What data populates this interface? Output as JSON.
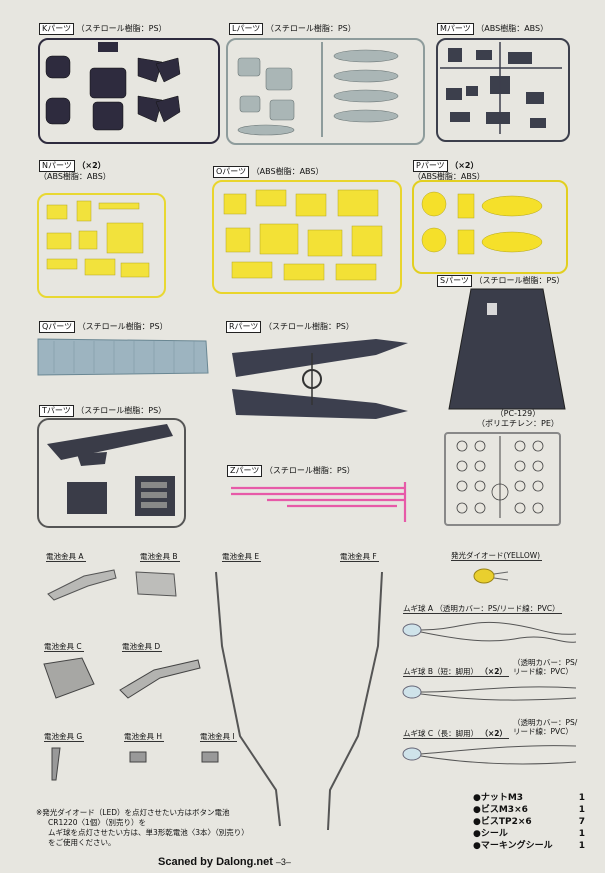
{
  "sprues": {
    "K": {
      "title": "Kパーツ",
      "material": "（スチロール樹脂：PS）",
      "color": "#2e2b3e"
    },
    "L": {
      "title": "Lパーツ",
      "material": "（スチロール樹脂：PS）",
      "color": "#aab6b6"
    },
    "M": {
      "title": "Mパーツ",
      "material": "（ABS樹脂：ABS）",
      "color": "#3c3f4c"
    },
    "N": {
      "title": "Nパーツ",
      "qty": "（×2）",
      "material": "（ABS樹脂：ABS）",
      "color": "#f2e23c"
    },
    "O": {
      "title": "Oパーツ",
      "material": "（ABS樹脂：ABS）",
      "color": "#f3e136"
    },
    "P": {
      "title": "Pパーツ",
      "qty": "（×2）",
      "material": "（ABS樹脂：ABS）",
      "color": "#f5e02a"
    },
    "S": {
      "title": "Sパーツ",
      "material": "（スチロール樹脂：PS）",
      "color": "#3a3d4a"
    },
    "Q": {
      "title": "Qパーツ",
      "material": "（スチロール樹脂：PS）",
      "color": "#9db4c0"
    },
    "R": {
      "title": "Rパーツ",
      "material": "（スチロール樹脂：PS）",
      "color": "#3c3f4e"
    },
    "T": {
      "title": "Tパーツ",
      "material": "（スチロール樹脂：PS）",
      "color": "#3a3c48"
    },
    "Z": {
      "title": "Zパーツ",
      "material": "（スチロール樹脂：PS）",
      "color": "#e75aa8"
    },
    "PC": {
      "title": "（PC-129）",
      "material": "（ポリエチレン：PE）"
    }
  },
  "fittings": {
    "A": "電池金具 A",
    "B": "電池金具 B",
    "C": "電池金具 C",
    "D": "電池金具 D",
    "E": "電池金具 E",
    "F": "電池金具 F",
    "G": "電池金具 G",
    "H": "電池金具 H",
    "I": "電池金具 I"
  },
  "led": {
    "label": "発光ダイオード(YELLOW)"
  },
  "bulbs": {
    "a_name": "ムギ球 A",
    "a_spec": "（透明カバー：PS/リード線：PVC）",
    "b_name": "ムギ球 B（短：脚用）",
    "b_qty": "（×2）",
    "b_spec1": "（透明カバー：PS/",
    "b_spec2": "リード線：PVC）",
    "c_name": "ムギ球 C（長：脚用）",
    "c_qty": "（×2）",
    "c_spec1": "（透明カバー：PS/",
    "c_spec2": "リード線：PVC）"
  },
  "parts_list": [
    {
      "name": "●ナットM3",
      "qty": "1"
    },
    {
      "name": "●ビスM3×6",
      "qty": "1"
    },
    {
      "name": "●ビスTP2×6",
      "qty": "7"
    },
    {
      "name": "●シール",
      "qty": "1"
    },
    {
      "name": "●マーキングシール",
      "qty": "1"
    }
  ],
  "note": {
    "line1": "※発光ダイオード（LED）を点灯させたい方はボタン電池",
    "line2": "CR1220〈1個〉（別売り）を",
    "line3": "ムギ球を点灯させたい方は、単3形乾電池〈3本〉（別売り）",
    "line4": "をご使用ください。"
  },
  "footer": {
    "text": "Scaned by Dalong.net",
    "page": "–3–"
  }
}
